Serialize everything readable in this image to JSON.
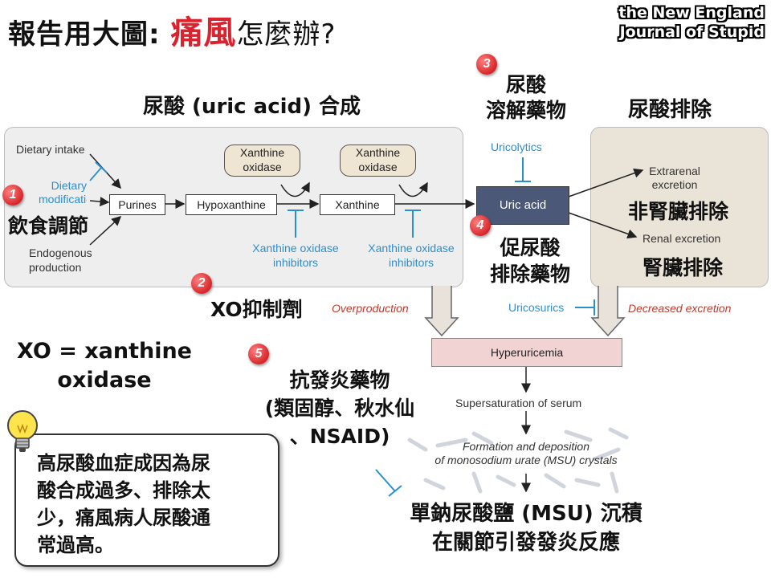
{
  "title": {
    "prefix": "報告用大圖: ",
    "highlight": "痛風",
    "suffix": "怎麼辦?"
  },
  "brand": {
    "line1": "the New England",
    "line2": "Journal of Stupid"
  },
  "sections": {
    "synthesis": "尿酸 (uric acid) 合成",
    "dissolve_line1": "尿酸",
    "dissolve_line2": "溶解藥物",
    "excretion": "尿酸排除"
  },
  "diagram": {
    "dietary_intake": "Dietary intake",
    "dietary_modification": "Dietary modification",
    "endogenous_line1": "Endogenous",
    "endogenous_line2": "production",
    "purines": "Purines",
    "hypoxanthine": "Hypoxanthine",
    "xanthine": "Xanthine",
    "xo1_line1": "Xanthine",
    "xo1_line2": "oxidase",
    "xo2_line1": "Xanthine",
    "xo2_line2": "oxidase",
    "xoi1_line1": "Xanthine oxidase",
    "xoi1_line2": "inhibitors",
    "xoi2_line1": "Xanthine oxidase",
    "xoi2_line2": "inhibitors",
    "uricolytics": "Uricolytics",
    "uric_acid": "Uric acid",
    "extrarenal_line1": "Extrarenal",
    "extrarenal_line2": "excretion",
    "renal": "Renal excretion",
    "uricosurics": "Uricosurics",
    "overproduction": "Overproduction",
    "decreased_excretion": "Decreased excretion",
    "hyperuricemia": "Hyperuricemia",
    "supersaturation": "Supersaturation of serum",
    "formation_line1": "Formation and deposition",
    "formation_line2": "of monosodium urate (MSU) crystals"
  },
  "annotations": {
    "badge1": "1",
    "badge2": "2",
    "badge3": "3",
    "badge4": "4",
    "badge5": "5",
    "diet_zh": "飲食調節",
    "xo_inhibitor_zh": "XO抑制劑",
    "nonrenal_zh": "非腎臟排除",
    "renal_zh": "腎臟排除",
    "uricosuric_line1": "促尿酸",
    "uricosuric_line2": "排除藥物",
    "xo_def_line1": "XO = xanthine",
    "xo_def_line2": "oxidase",
    "anti_line1": "抗發炎藥物",
    "anti_line2": "(類固醇、秋水仙",
    "anti_line3": "、NSAID)",
    "msu_line1": "單鈉尿酸鹽 (MSU) 沉積",
    "msu_line2": "在關節引發發炎反應"
  },
  "callout": {
    "line1": "高尿酸血症成因為尿",
    "line2": "酸合成過多、排除太",
    "line3": "少，痛風病人尿酸通",
    "line4": "常過高。"
  },
  "colors": {
    "accent_red": "#d9232e",
    "blue": "#2a8fd0",
    "hyperuricemia_fill": "#f2d3d4",
    "uric_acid_fill": "#4c5878"
  }
}
